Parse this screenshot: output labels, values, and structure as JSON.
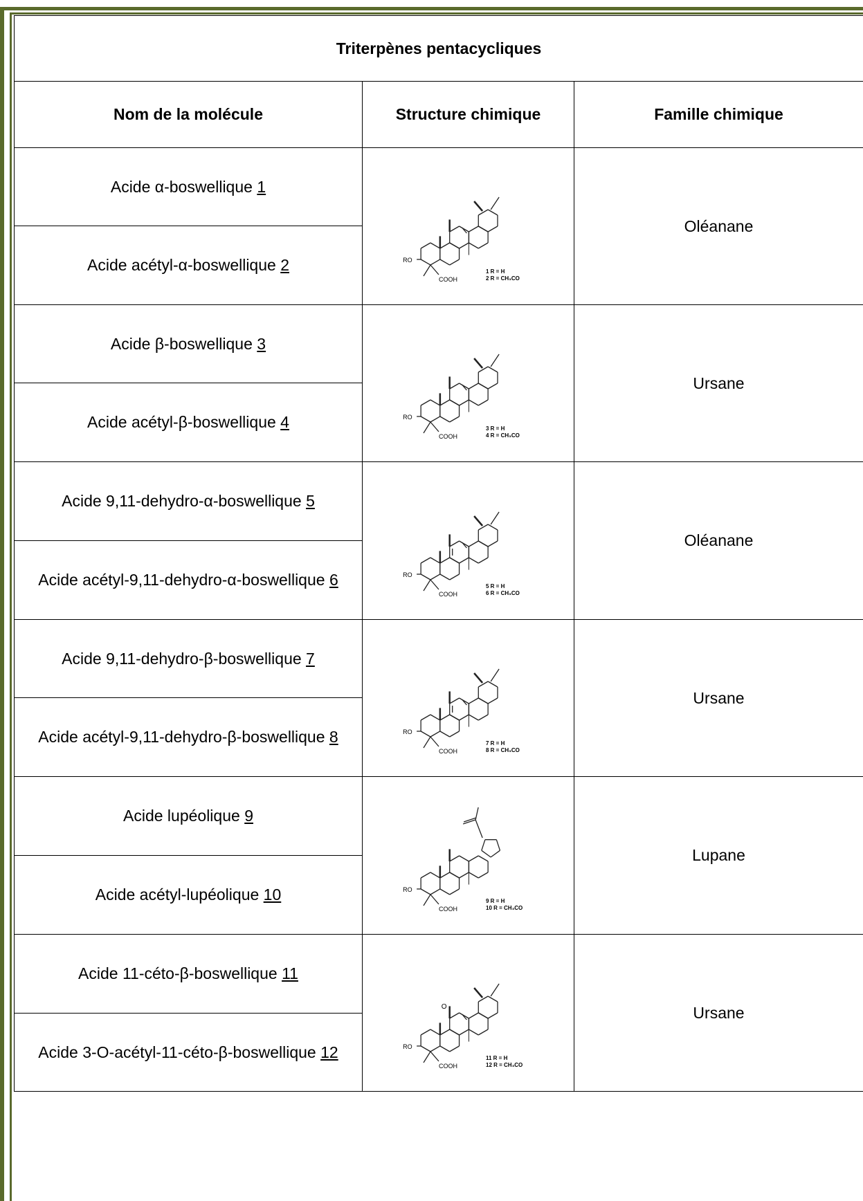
{
  "table": {
    "title": "Triterpènes pentacycliques",
    "headers": [
      "Nom de la molécule",
      "Structure chimique",
      "Famille chimique"
    ],
    "groups": [
      {
        "rows": [
          {
            "name": "Acide α-boswellique",
            "num": "1"
          },
          {
            "name": "Acide acétyl-α-boswellique",
            "num": "2"
          }
        ],
        "family": "Oléanane",
        "structure_labels": {
          "ro": "RO",
          "cooh": "COOH",
          "r1": "1 R = H",
          "r2": "2 R = CH₃CO"
        }
      },
      {
        "rows": [
          {
            "name": "Acide β-boswellique",
            "num": "3"
          },
          {
            "name": "Acide acétyl-β-boswellique",
            "num": "4"
          }
        ],
        "family": "Ursane",
        "structure_labels": {
          "ro": "RO",
          "cooh": "COOH",
          "r1": "3 R = H",
          "r2": "4 R = CH₃CO"
        }
      },
      {
        "rows": [
          {
            "name": "Acide 9,11-dehydro-α-boswellique",
            "num": "5"
          },
          {
            "name": "Acide acétyl-9,11-dehydro-α-boswellique",
            "num": "6"
          }
        ],
        "family": "Oléanane",
        "structure_labels": {
          "ro": "RO",
          "cooh": "COOH",
          "r1": "5 R = H",
          "r2": "6 R = CH₃CO"
        }
      },
      {
        "rows": [
          {
            "name": "Acide 9,11-dehydro-β-boswellique",
            "num": "7"
          },
          {
            "name": "Acide acétyl-9,11-dehydro-β-boswellique",
            "num": "8"
          }
        ],
        "family": "Ursane",
        "structure_labels": {
          "ro": "RO",
          "cooh": "COOH",
          "r1": "7 R = H",
          "r2": "8 R = CH₃CO"
        }
      },
      {
        "rows": [
          {
            "name": "Acide lupéolique",
            "num": "9"
          },
          {
            "name": "Acide acétyl-lupéolique",
            "num": "10"
          }
        ],
        "family": "Lupane",
        "structure_labels": {
          "ro": "RO",
          "cooh": "COOH",
          "r1": "9  R = H",
          "r2": "10 R = CH₃CO"
        }
      },
      {
        "rows": [
          {
            "name": "Acide 11-céto-β-boswellique",
            "num": "11"
          },
          {
            "name": "Acide 3-O-acétyl-11-céto-β-boswellique",
            "num": "12"
          }
        ],
        "family": "Ursane",
        "structure_labels": {
          "ro": "RO",
          "cooh": "COOH",
          "r1": "11 R = H",
          "r2": "12 R = CH₃CO",
          "oxo": "O"
        }
      }
    ]
  }
}
